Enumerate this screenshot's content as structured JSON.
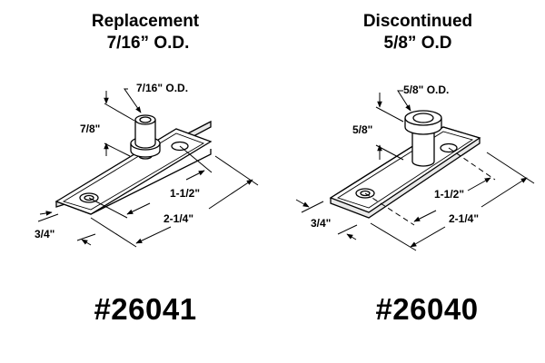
{
  "left": {
    "heading": "Replacement",
    "subheading": "7/16” O.D.",
    "dims": {
      "od": "7/16\" O.D.",
      "height": "7/8\"",
      "hole_spacing": "1-1/2\"",
      "length": "2-1/4\"",
      "width": "3/4\""
    },
    "part_number": "#26041"
  },
  "right": {
    "heading": "Discontinued",
    "subheading": "5/8” O.D",
    "dims": {
      "od": "5/8\" O.D.",
      "height": "5/8\"",
      "hole_spacing": "1-1/2\"",
      "length": "2-1/4\"",
      "width": "3/4\""
    },
    "part_number": "#26040"
  },
  "colors": {
    "ink": "#000000",
    "background": "#ffffff",
    "part_fill": "#ffffff"
  }
}
